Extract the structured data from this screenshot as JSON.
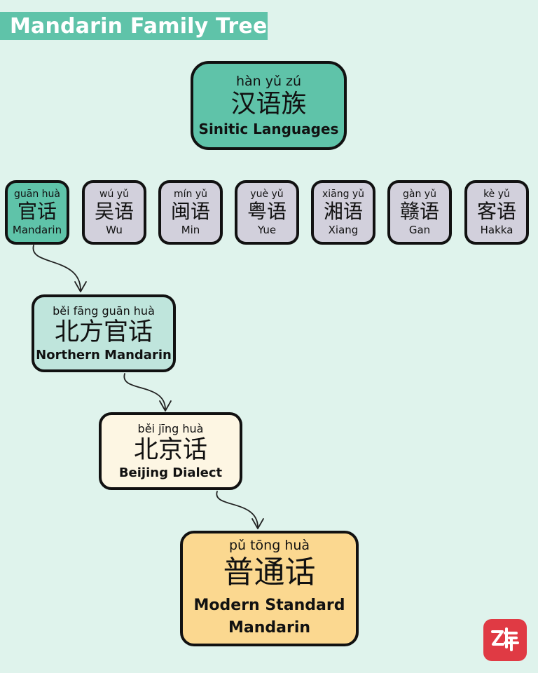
{
  "title": "Mandarin Family Tree",
  "root": {
    "pinyin": "hàn yǔ zú",
    "hanzi": "汉语族",
    "english": "Sinitic Languages"
  },
  "branches": [
    {
      "pinyin": "guān huà",
      "hanzi": "官话",
      "english": "Mandarin"
    },
    {
      "pinyin": "wú yǔ",
      "hanzi": "吴语",
      "english": "Wu"
    },
    {
      "pinyin": "mín yǔ",
      "hanzi": "闽语",
      "english": "Min"
    },
    {
      "pinyin": "yuè yǔ",
      "hanzi": "粤语",
      "english": "Yue"
    },
    {
      "pinyin": "xiāng yǔ",
      "hanzi": "湘语",
      "english": "Xiang"
    },
    {
      "pinyin": "gàn yǔ",
      "hanzi": "赣语",
      "english": "Gan"
    },
    {
      "pinyin": "kè yǔ",
      "hanzi": "客语",
      "english": "Hakka"
    }
  ],
  "northern": {
    "pinyin": "běi fāng guān huà",
    "hanzi": "北方官话",
    "english": "Northern Mandarin"
  },
  "beijing": {
    "pinyin": "běi jīng huà",
    "hanzi": "北京话",
    "english": "Beijing Dialect"
  },
  "standard": {
    "pinyin": "pǔ tōng huà",
    "hanzi": "普通话",
    "english_line1": "Modern Standard",
    "english_line2": "Mandarin"
  },
  "colors": {
    "background": "#dff3ec",
    "teal": "#5fc3a9",
    "light_teal": "#bfe5dc",
    "grey": "#d2d0dc",
    "cream": "#fdf6e3",
    "orange": "#fbd890",
    "logo_red": "#e03a44"
  },
  "logo": {
    "icon": "zi-logo-icon"
  }
}
